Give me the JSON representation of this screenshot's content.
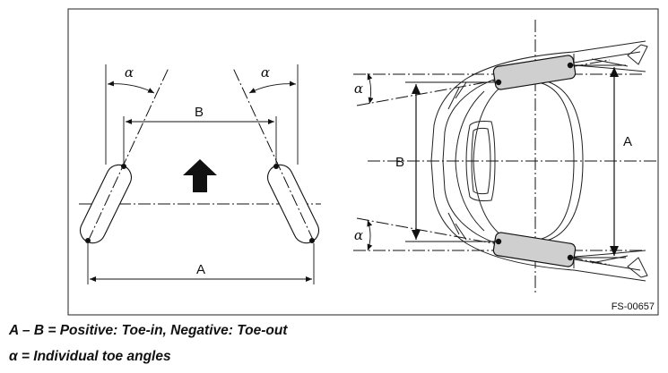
{
  "figure": {
    "left_panel": {
      "label_B": "B",
      "label_A": "A",
      "label_alpha_left": "α",
      "label_alpha_right": "α"
    },
    "right_panel": {
      "label_B": "B",
      "label_A": "A",
      "label_alpha_top": "α",
      "label_alpha_bottom": "α"
    },
    "figure_code": "FS-00657"
  },
  "captions": {
    "line1": "A – B = Positive: Toe-in, Negative: Toe-out",
    "line2": "α = Individual toe angles"
  }
}
